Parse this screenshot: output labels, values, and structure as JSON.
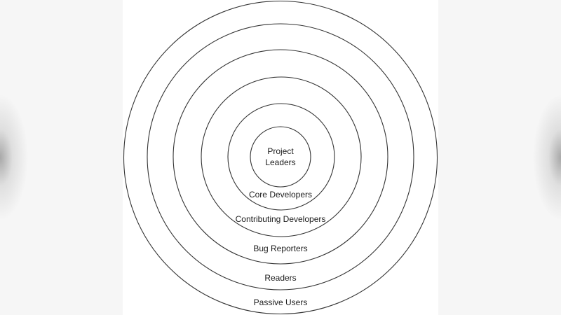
{
  "diagram": {
    "type": "concentric-circles",
    "stroke_color": "#333333",
    "background": "#ffffff",
    "rings": [
      {
        "label": "Project Leaders",
        "lines": [
          "Project",
          "Leaders"
        ],
        "radius": 44
      },
      {
        "label": "Core Developers",
        "radius": 76
      },
      {
        "label": "Contributing Developers",
        "radius": 114
      },
      {
        "label": "Bug Reporters",
        "radius": 154
      },
      {
        "label": "Readers",
        "radius": 191
      },
      {
        "label": "Passive Users",
        "radius": 224
      }
    ]
  }
}
